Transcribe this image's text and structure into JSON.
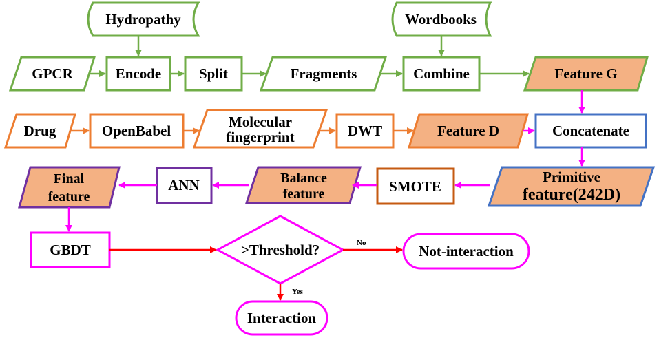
{
  "colors": {
    "green": "#70ad47",
    "orange": "#ed7d31",
    "orange_fill": "#f4b183",
    "blue": "#4472c4",
    "purple": "#7030a0",
    "brown": "#c55a11",
    "magenta": "#ff00ff",
    "red": "#ff0000"
  },
  "nodes": {
    "hydropathy": "Hydropathy",
    "wordbooks": "Wordbooks",
    "gpcr": "GPCR",
    "encode": "Encode",
    "split": "Split",
    "fragments": "Fragments",
    "combine": "Combine",
    "feature_g": "Feature G",
    "drug": "Drug",
    "openbabel": "OpenBabel",
    "molecular_fingerprint_1": "Molecular",
    "molecular_fingerprint_2": "fingerprint",
    "dwt": "DWT",
    "feature_d": "Feature D",
    "concatenate": "Concatenate",
    "primitive_feature_1": "Primitive",
    "primitive_feature_2": "feature(242D)",
    "smote": "SMOTE",
    "balance_feature_1": "Balance",
    "balance_feature_2": "feature",
    "ann": "ANN",
    "final_feature_1": "Final",
    "final_feature_2": "feature",
    "gbdt": "GBDT",
    "threshold": ">Threshold?",
    "not_interaction": "Not-interaction",
    "interaction": "Interaction"
  },
  "edge_labels": {
    "no": "No",
    "yes": "Yes"
  }
}
